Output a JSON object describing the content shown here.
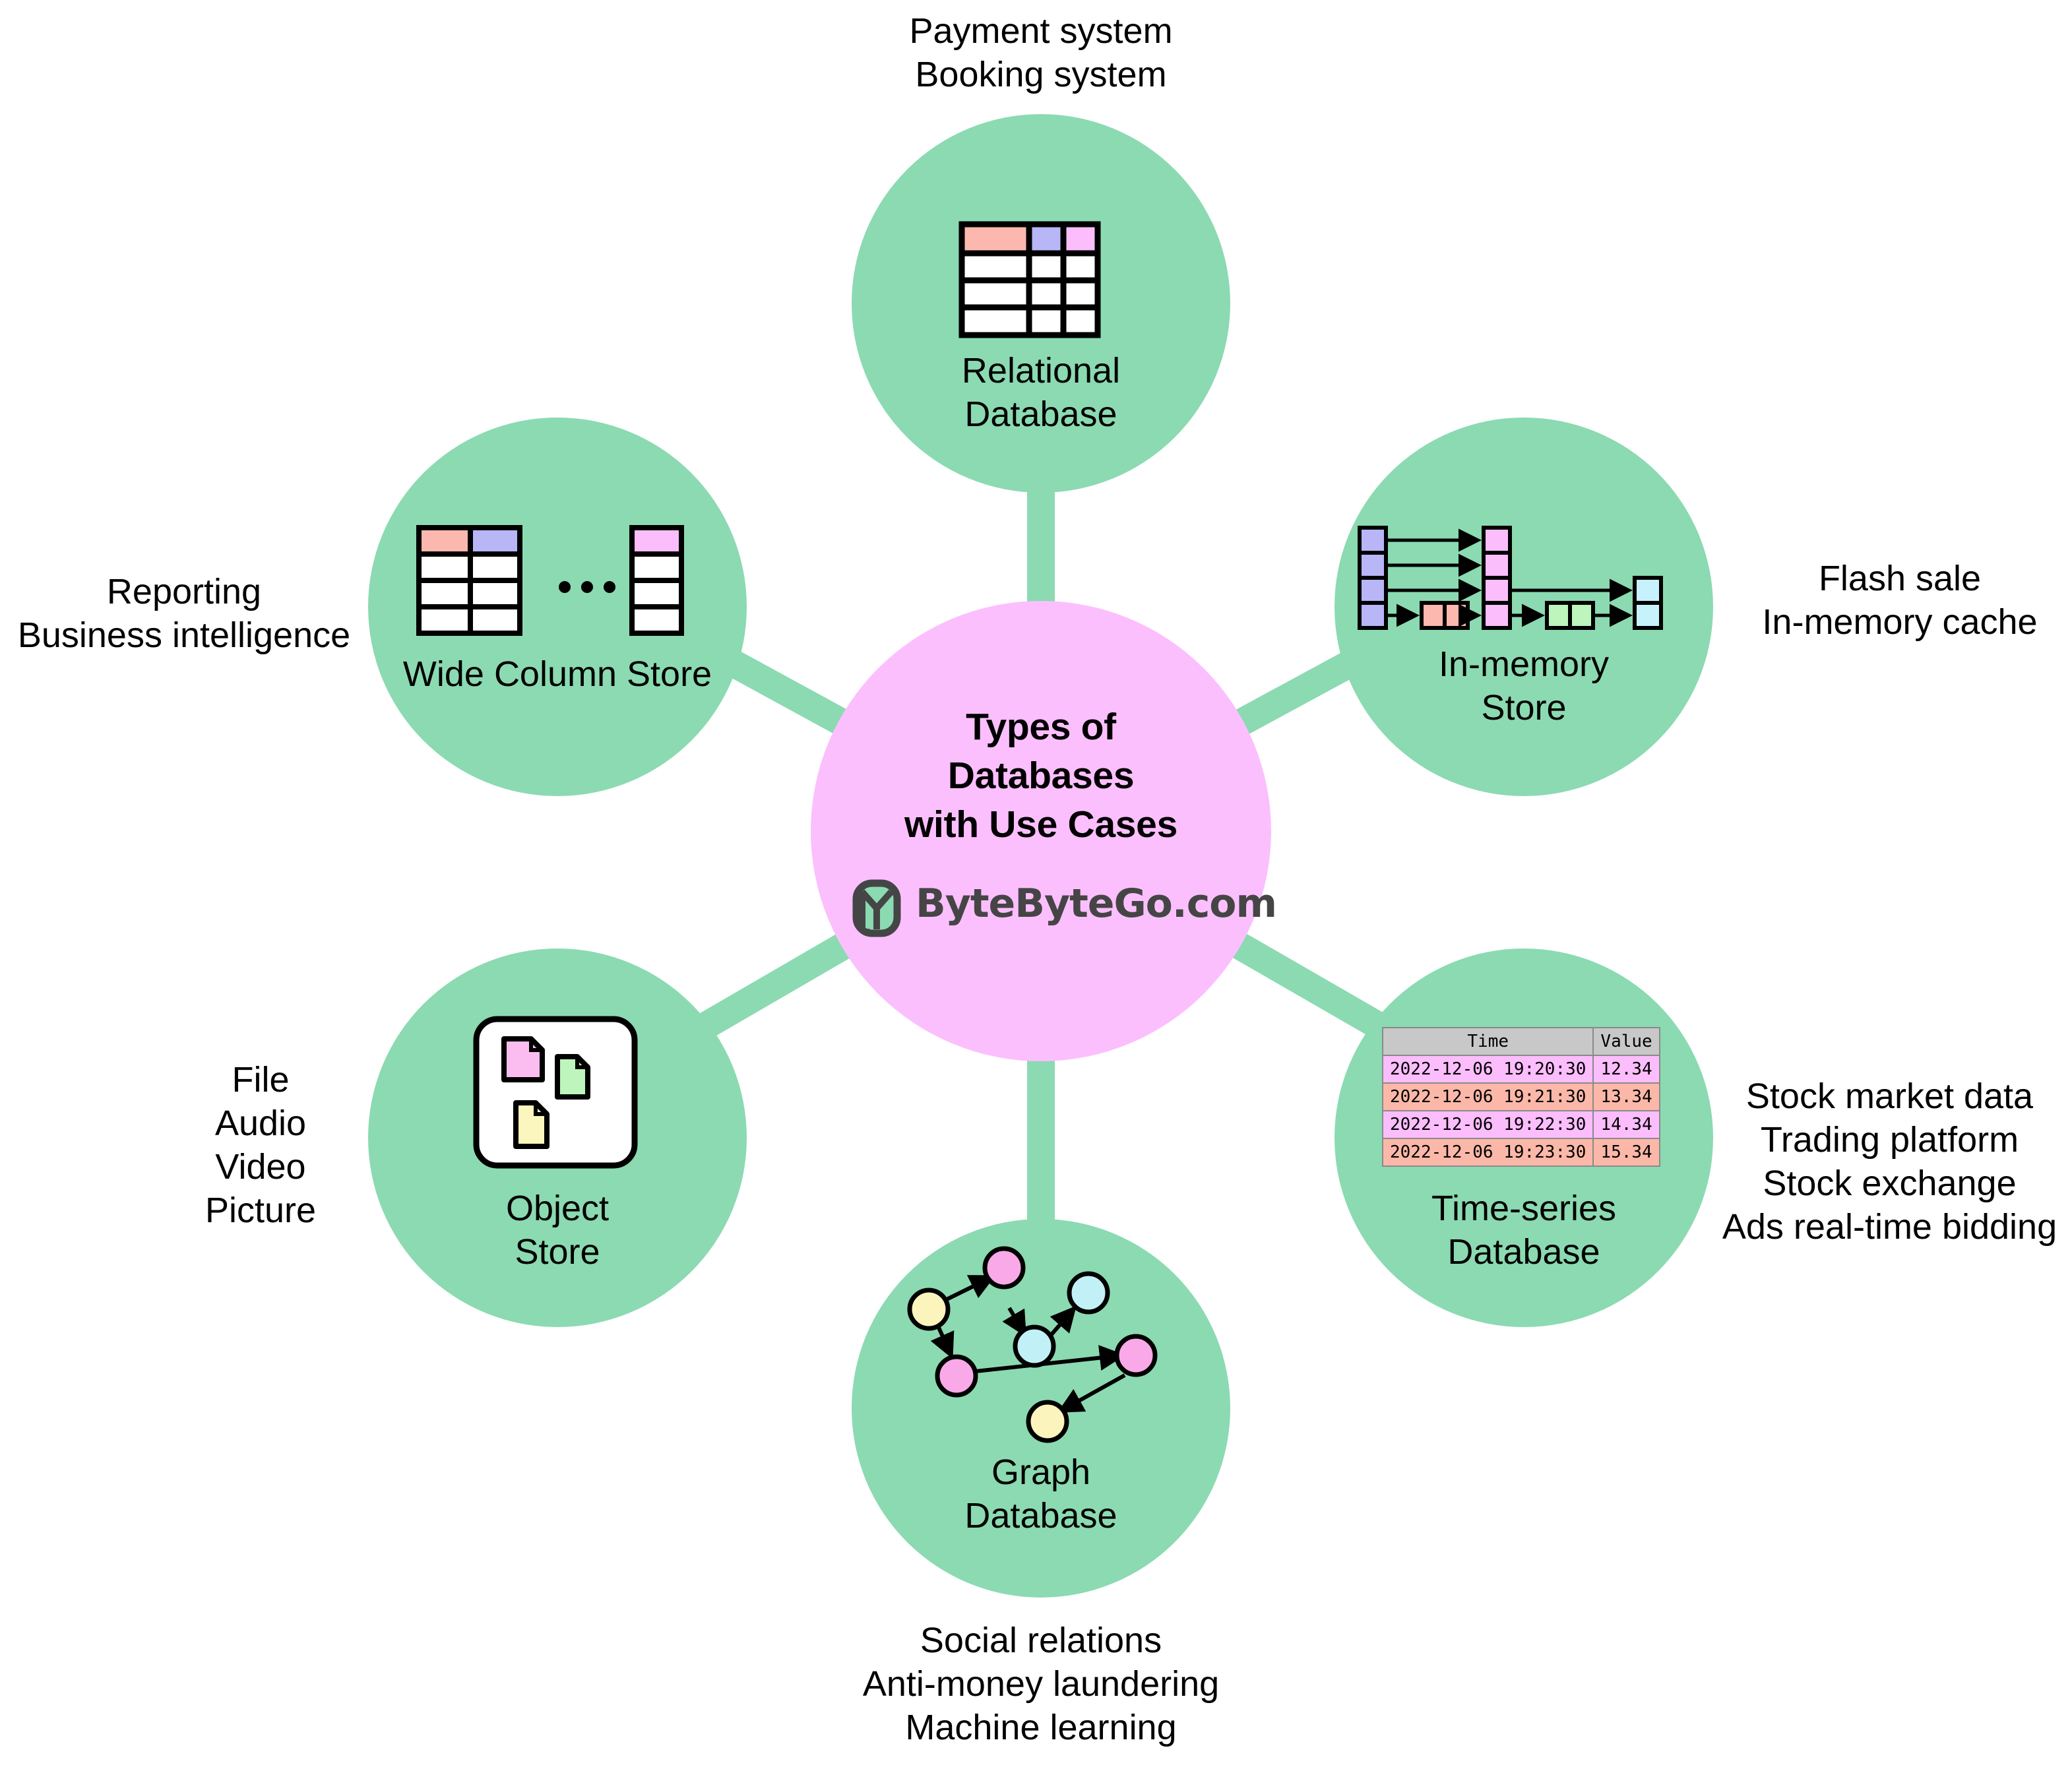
{
  "hub": {
    "title": "Types of\nDatabases\nwith Use Cases",
    "logo_text": "ByteByteGo.com",
    "logo_icon": "bytebytego-logo-icon",
    "fill": "#fcbffe"
  },
  "palette": {
    "node_green": "#8bdab2",
    "connector_green": "#8bdab2",
    "cell_salmon": "#fcb8ae",
    "cell_purple": "#b8b6f6",
    "cell_magenta": "#fbbdfb",
    "cell_mint": "#bdf5bd",
    "cell_cyan": "#c7f2fb",
    "cell_yellow": "#fbf6bd",
    "doc_pink": "#fbbdf0",
    "doc_green": "#bdf5bd",
    "doc_yellow": "#fbf6bd",
    "node_pink": "#f9a9e8",
    "node_cyan": "#c2f0f7",
    "node_yellow": "#fbf4bc",
    "outline": "#000000",
    "logo_gray": "#454545",
    "table_header_gray": "#c8c8c8"
  },
  "nodes": [
    {
      "id": "relational-database",
      "label": "Relational\nDatabase",
      "icon": "relational-table-icon",
      "usecases": "Payment system\nBooking system",
      "usecase_position": "top"
    },
    {
      "id": "in-memory-store",
      "label": "In-memory\nStore",
      "icon": "hashtable-linkedlist-icon",
      "usecases": "Flash sale\nIn-memory cache",
      "usecase_position": "right"
    },
    {
      "id": "time-series-database",
      "label": "Time-series\nDatabase",
      "icon": "timeseries-table-icon",
      "usecases": "Stock market data\nTrading platform\nStock exchange\nAds real-time bidding",
      "usecase_position": "right"
    },
    {
      "id": "graph-database",
      "label": "Graph\nDatabase",
      "icon": "graph-nodes-icon",
      "usecases": "Social relations\nAnti-money laundering\nMachine learning",
      "usecase_position": "bottom"
    },
    {
      "id": "object-store",
      "label": "Object\nStore",
      "icon": "documents-box-icon",
      "usecases": "File\nAudio\nVideo\nPicture",
      "usecase_position": "left"
    },
    {
      "id": "wide-column-store",
      "label": "Wide Column Store",
      "icon": "wide-column-table-icon",
      "usecases": "Reporting\nBusiness intelligence",
      "usecase_position": "left"
    }
  ],
  "timeseries_table": {
    "columns": [
      "Time",
      "Value"
    ],
    "rows": [
      [
        "2022-12-06 19:20:30",
        "12.34"
      ],
      [
        "2022-12-06 19:21:30",
        "13.34"
      ],
      [
        "2022-12-06 19:22:30",
        "14.34"
      ],
      [
        "2022-12-06 19:23:30",
        "15.34"
      ]
    ]
  },
  "wide_column_store": {
    "ellipsis": "• • •"
  }
}
